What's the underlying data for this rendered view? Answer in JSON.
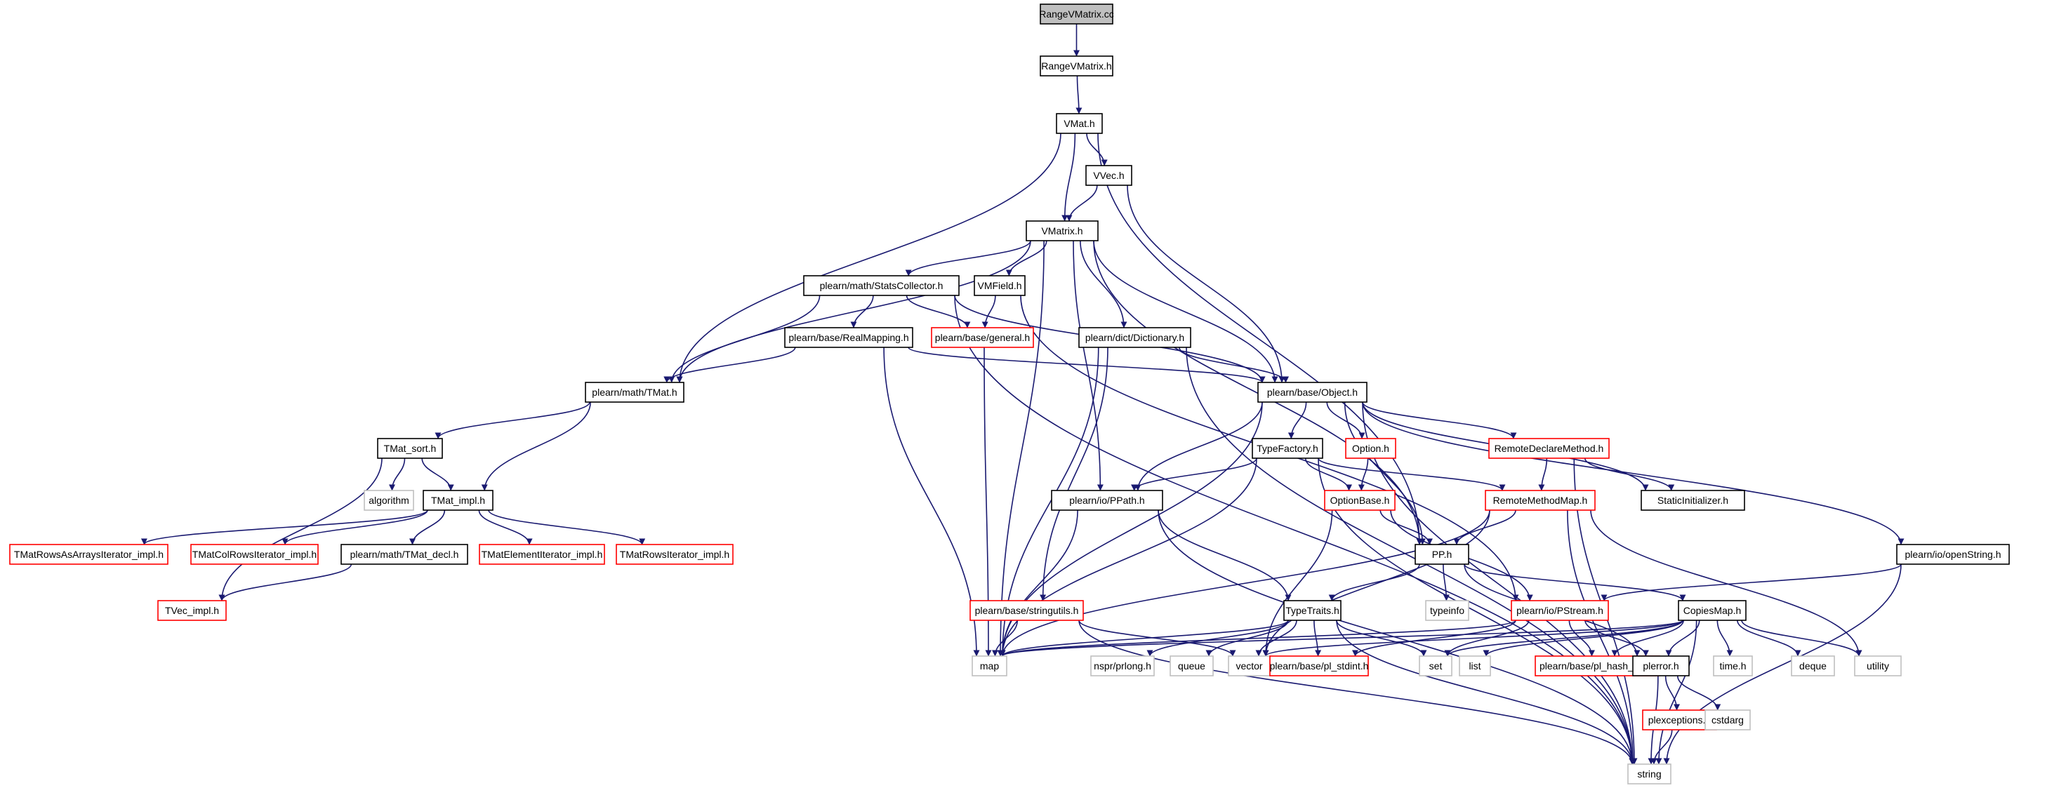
{
  "colors": {
    "edge": "#191970",
    "box_default": "#000000",
    "box_incomplete": "#ff0000",
    "box_external": "#bfbfbf",
    "root_fill": "#bfbfbf",
    "text_default": "#000000",
    "text_external": "#000000"
  },
  "nodes": [
    {
      "id": "n1",
      "label": "RangeVMatrix.cc",
      "kind": "root"
    },
    {
      "id": "n2",
      "label": "RangeVMatrix.h",
      "kind": "default"
    },
    {
      "id": "n3",
      "label": "VMat.h",
      "kind": "default"
    },
    {
      "id": "n4",
      "label": "VVec.h",
      "kind": "default"
    },
    {
      "id": "n5",
      "label": "VMatrix.h",
      "kind": "default"
    },
    {
      "id": "n6",
      "label": "plearn/math/StatsCollector.h",
      "kind": "default"
    },
    {
      "id": "n7",
      "label": "VMField.h",
      "kind": "default"
    },
    {
      "id": "n8",
      "label": "plearn/base/general.h",
      "kind": "incomplete"
    },
    {
      "id": "n9",
      "label": "plearn/base/RealMapping.h",
      "kind": "default"
    },
    {
      "id": "n10",
      "label": "plearn/dict/Dictionary.h",
      "kind": "default"
    },
    {
      "id": "n11",
      "label": "plearn/math/TMat.h",
      "kind": "default"
    },
    {
      "id": "n12",
      "label": "plearn/base/Object.h",
      "kind": "default"
    },
    {
      "id": "n13",
      "label": "TMat_sort.h",
      "kind": "default"
    },
    {
      "id": "n14",
      "label": "algorithm",
      "kind": "external"
    },
    {
      "id": "n15",
      "label": "TMat_impl.h",
      "kind": "default"
    },
    {
      "id": "n16",
      "label": "TMatRowsAsArraysIterator_impl.h",
      "kind": "incomplete"
    },
    {
      "id": "n17",
      "label": "TMatColRowsIterator_impl.h",
      "kind": "incomplete"
    },
    {
      "id": "n18",
      "label": "plearn/math/TMat_decl.h",
      "kind": "default"
    },
    {
      "id": "n19",
      "label": "TMatElementIterator_impl.h",
      "kind": "incomplete"
    },
    {
      "id": "n20",
      "label": "TMatRowsIterator_impl.h",
      "kind": "incomplete"
    },
    {
      "id": "n21",
      "label": "TVec_impl.h",
      "kind": "incomplete"
    },
    {
      "id": "n22",
      "label": "TypeFactory.h",
      "kind": "default"
    },
    {
      "id": "n23",
      "label": "Option.h",
      "kind": "incomplete"
    },
    {
      "id": "n24",
      "label": "RemoteDeclareMethod.h",
      "kind": "incomplete"
    },
    {
      "id": "n25",
      "label": "StaticInitializer.h",
      "kind": "default"
    },
    {
      "id": "n26",
      "label": "plearn/io/PPath.h",
      "kind": "default"
    },
    {
      "id": "n27",
      "label": "OptionBase.h",
      "kind": "incomplete"
    },
    {
      "id": "n28",
      "label": "RemoteMethodMap.h",
      "kind": "incomplete"
    },
    {
      "id": "n29",
      "label": "PP.h",
      "kind": "default"
    },
    {
      "id": "n30",
      "label": "plearn/io/openString.h",
      "kind": "default"
    },
    {
      "id": "n31",
      "label": "typeinfo",
      "kind": "external"
    },
    {
      "id": "n32",
      "label": "plearn/base/stringutils.h",
      "kind": "incomplete"
    },
    {
      "id": "n33",
      "label": "TypeTraits.h",
      "kind": "default"
    },
    {
      "id": "n34",
      "label": "plearn/io/PStream.h",
      "kind": "incomplete"
    },
    {
      "id": "n35",
      "label": "CopiesMap.h",
      "kind": "default"
    },
    {
      "id": "n36",
      "label": "map",
      "kind": "external"
    },
    {
      "id": "n37",
      "label": "nspr/prlong.h",
      "kind": "external"
    },
    {
      "id": "n38",
      "label": "queue",
      "kind": "external"
    },
    {
      "id": "n39",
      "label": "vector",
      "kind": "external"
    },
    {
      "id": "n40",
      "label": "plearn/base/pl_stdint.h",
      "kind": "incomplete"
    },
    {
      "id": "n41",
      "label": "set",
      "kind": "external"
    },
    {
      "id": "n42",
      "label": "list",
      "kind": "external"
    },
    {
      "id": "n43",
      "label": "plearn/base/pl_hash_fun.h",
      "kind": "incomplete"
    },
    {
      "id": "n44",
      "label": "plerror.h",
      "kind": "default"
    },
    {
      "id": "n45",
      "label": "time.h",
      "kind": "external"
    },
    {
      "id": "n46",
      "label": "deque",
      "kind": "external"
    },
    {
      "id": "n47",
      "label": "utility",
      "kind": "external"
    },
    {
      "id": "n48",
      "label": "plexceptions.h",
      "kind": "incomplete"
    },
    {
      "id": "n49",
      "label": "cstdarg",
      "kind": "external"
    },
    {
      "id": "n50",
      "label": "string",
      "kind": "external"
    }
  ],
  "edges": [
    [
      "n1",
      "n2"
    ],
    [
      "n2",
      "n3"
    ],
    [
      "n3",
      "n4"
    ],
    [
      "n3",
      "n5"
    ],
    [
      "n3",
      "n11"
    ],
    [
      "n3",
      "n29"
    ],
    [
      "n4",
      "n5"
    ],
    [
      "n4",
      "n12"
    ],
    [
      "n5",
      "n6"
    ],
    [
      "n5",
      "n7"
    ],
    [
      "n5",
      "n10"
    ],
    [
      "n5",
      "n11"
    ],
    [
      "n5",
      "n12"
    ],
    [
      "n5",
      "n26"
    ],
    [
      "n5",
      "n29"
    ],
    [
      "n5",
      "n36"
    ],
    [
      "n6",
      "n8"
    ],
    [
      "n6",
      "n9"
    ],
    [
      "n6",
      "n11"
    ],
    [
      "n6",
      "n12"
    ],
    [
      "n6",
      "n50"
    ],
    [
      "n7",
      "n8"
    ],
    [
      "n7",
      "n34"
    ],
    [
      "n8",
      "n36"
    ],
    [
      "n9",
      "n11"
    ],
    [
      "n9",
      "n12"
    ],
    [
      "n9",
      "n36"
    ],
    [
      "n10",
      "n12"
    ],
    [
      "n10",
      "n32"
    ],
    [
      "n10",
      "n36"
    ],
    [
      "n10",
      "n50"
    ],
    [
      "n11",
      "n13"
    ],
    [
      "n11",
      "n15"
    ],
    [
      "n13",
      "n14"
    ],
    [
      "n13",
      "n15"
    ],
    [
      "n13",
      "n21"
    ],
    [
      "n15",
      "n16"
    ],
    [
      "n15",
      "n17"
    ],
    [
      "n15",
      "n18"
    ],
    [
      "n15",
      "n19"
    ],
    [
      "n15",
      "n20"
    ],
    [
      "n18",
      "n21"
    ],
    [
      "n12",
      "n22"
    ],
    [
      "n12",
      "n23"
    ],
    [
      "n12",
      "n24"
    ],
    [
      "n12",
      "n25"
    ],
    [
      "n12",
      "n26"
    ],
    [
      "n12",
      "n29"
    ],
    [
      "n12",
      "n30"
    ],
    [
      "n12",
      "n36"
    ],
    [
      "n12",
      "n50"
    ],
    [
      "n22",
      "n26"
    ],
    [
      "n22",
      "n27"
    ],
    [
      "n22",
      "n28"
    ],
    [
      "n22",
      "n36"
    ],
    [
      "n22",
      "n50"
    ],
    [
      "n23",
      "n27"
    ],
    [
      "n24",
      "n28"
    ],
    [
      "n24",
      "n25"
    ],
    [
      "n24",
      "n50"
    ],
    [
      "n27",
      "n29"
    ],
    [
      "n27",
      "n34"
    ],
    [
      "n27",
      "n39"
    ],
    [
      "n28",
      "n29"
    ],
    [
      "n28",
      "n36"
    ],
    [
      "n28",
      "n39"
    ],
    [
      "n28",
      "n47"
    ],
    [
      "n28",
      "n50"
    ],
    [
      "n26",
      "n33"
    ],
    [
      "n26",
      "n36"
    ],
    [
      "n26",
      "n50"
    ],
    [
      "n29",
      "n31"
    ],
    [
      "n29",
      "n33"
    ],
    [
      "n29",
      "n35"
    ],
    [
      "n29",
      "n44"
    ],
    [
      "n30",
      "n34"
    ],
    [
      "n30",
      "n50"
    ],
    [
      "n32",
      "n36"
    ],
    [
      "n32",
      "n39"
    ],
    [
      "n32",
      "n50"
    ],
    [
      "n33",
      "n36"
    ],
    [
      "n33",
      "n37"
    ],
    [
      "n33",
      "n38"
    ],
    [
      "n33",
      "n39"
    ],
    [
      "n33",
      "n40"
    ],
    [
      "n33",
      "n41"
    ],
    [
      "n33",
      "n50"
    ],
    [
      "n34",
      "n36"
    ],
    [
      "n34",
      "n40"
    ],
    [
      "n34",
      "n41"
    ],
    [
      "n34",
      "n43"
    ],
    [
      "n34",
      "n44"
    ],
    [
      "n35",
      "n36"
    ],
    [
      "n35",
      "n39"
    ],
    [
      "n35",
      "n41"
    ],
    [
      "n35",
      "n42"
    ],
    [
      "n35",
      "n43"
    ],
    [
      "n35",
      "n44"
    ],
    [
      "n35",
      "n45"
    ],
    [
      "n35",
      "n46"
    ],
    [
      "n35",
      "n47"
    ],
    [
      "n35",
      "n50"
    ],
    [
      "n44",
      "n48"
    ],
    [
      "n44",
      "n49"
    ],
    [
      "n44",
      "n50"
    ],
    [
      "n48",
      "n50"
    ]
  ]
}
